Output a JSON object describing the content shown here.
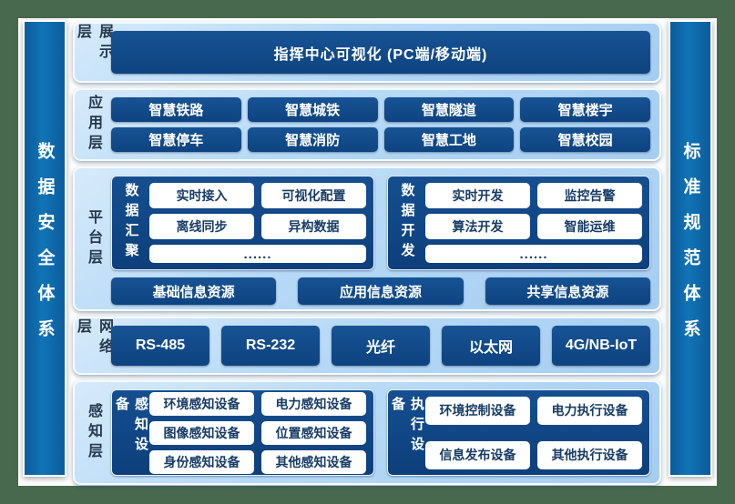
{
  "side_bars": {
    "left": {
      "label": "数据安全体系"
    },
    "right": {
      "label": "标准规范体系"
    }
  },
  "layers": {
    "display": {
      "label": "展示层",
      "box": "指挥中心可视化 (PC端/移动端)"
    },
    "application": {
      "label": "应用层",
      "items": [
        "智慧铁路",
        "智慧城铁",
        "智慧隧道",
        "智慧楼宇",
        "智慧停车",
        "智慧消防",
        "智慧工地",
        "智慧校园"
      ]
    },
    "platform": {
      "label": "平台层",
      "groups": [
        {
          "title": "数据汇聚",
          "items": [
            "实时接入",
            "可视化配置",
            "离线同步",
            "异构数据"
          ],
          "more": "......"
        },
        {
          "title": "数据开发",
          "items": [
            "实时开发",
            "监控告警",
            "算法开发",
            "智能运维"
          ],
          "more": "......"
        }
      ],
      "resources": [
        "基础信息资源",
        "应用信息资源",
        "共享信息资源"
      ]
    },
    "network": {
      "label": "网络层",
      "items": [
        "RS-485",
        "RS-232",
        "光纤",
        "以太网",
        "4G/NB-IoT"
      ]
    },
    "perception": {
      "label": "感知层",
      "groups": [
        {
          "title": "感知设备",
          "items": [
            "环境感知设备",
            "电力感知设备",
            "图像感知设备",
            "位置感知设备",
            "身份感知设备",
            "其他感知设备"
          ]
        },
        {
          "title": "执行设备",
          "items": [
            "环境控制设备",
            "电力执行设备",
            "信息发布设备",
            "其他执行设备"
          ]
        }
      ]
    }
  },
  "colors": {
    "background_green": "#48694e",
    "panel_blue": "#b6d9f6",
    "navy_box": "#0e4380",
    "sidebar_blue": "#1174b6"
  }
}
